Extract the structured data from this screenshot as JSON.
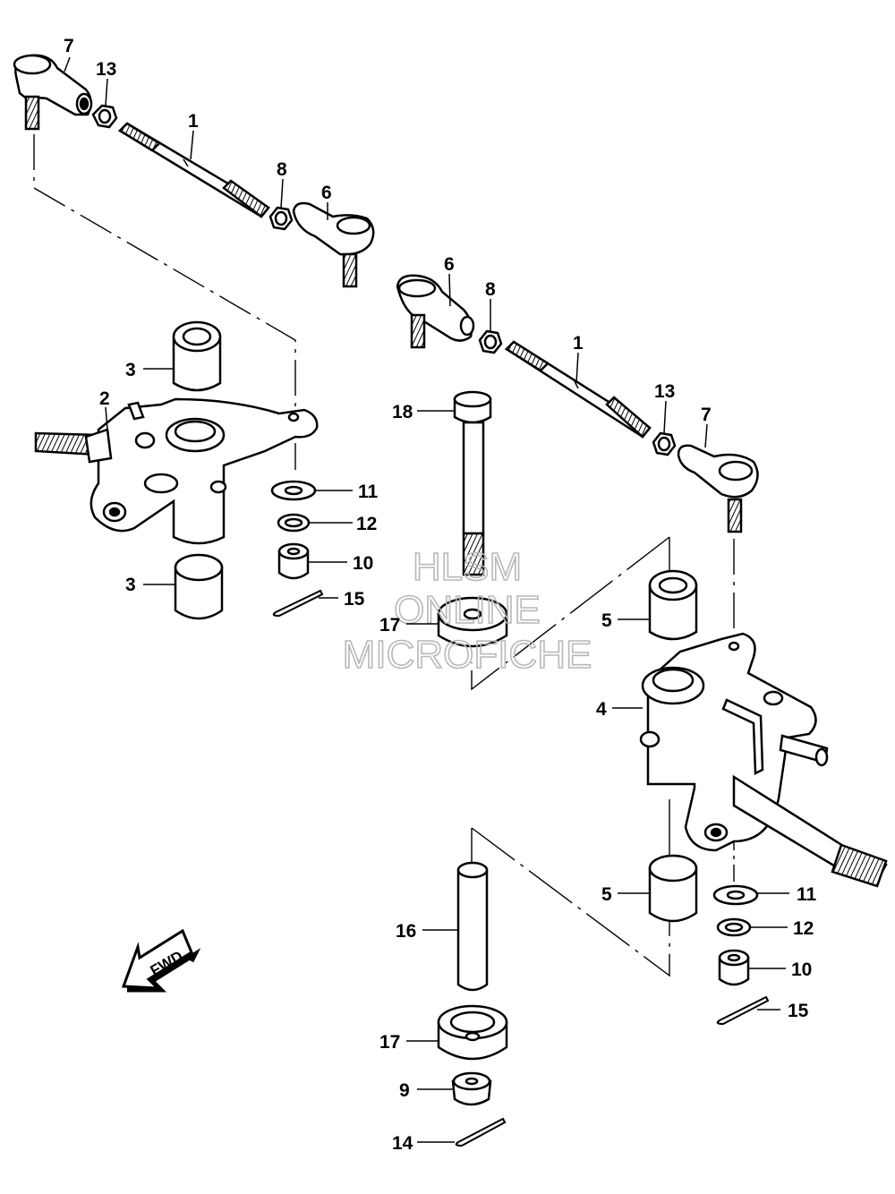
{
  "callouts": [
    {
      "id": "c7a",
      "text": "7"
    },
    {
      "id": "c13a",
      "text": "13"
    },
    {
      "id": "c1a",
      "text": "1"
    },
    {
      "id": "c8a",
      "text": "8"
    },
    {
      "id": "c6a",
      "text": "6"
    },
    {
      "id": "c6b",
      "text": "6"
    },
    {
      "id": "c8b",
      "text": "8"
    },
    {
      "id": "c1b",
      "text": "1"
    },
    {
      "id": "c13b",
      "text": "13"
    },
    {
      "id": "c7b",
      "text": "7"
    },
    {
      "id": "c3a",
      "text": "3"
    },
    {
      "id": "c2",
      "text": "2"
    },
    {
      "id": "c11a",
      "text": "11"
    },
    {
      "id": "c12a",
      "text": "12"
    },
    {
      "id": "c10a",
      "text": "10"
    },
    {
      "id": "c3b",
      "text": "3"
    },
    {
      "id": "c15a",
      "text": "15"
    },
    {
      "id": "c18",
      "text": "18"
    },
    {
      "id": "c17a",
      "text": "17"
    },
    {
      "id": "c5a",
      "text": "5"
    },
    {
      "id": "c4",
      "text": "4"
    },
    {
      "id": "c5b",
      "text": "5"
    },
    {
      "id": "c11b",
      "text": "11"
    },
    {
      "id": "c12b",
      "text": "12"
    },
    {
      "id": "c10b",
      "text": "10"
    },
    {
      "id": "c15b",
      "text": "15"
    },
    {
      "id": "c16",
      "text": "16"
    },
    {
      "id": "c17b",
      "text": "17"
    },
    {
      "id": "c9",
      "text": "9"
    },
    {
      "id": "c14",
      "text": "14"
    }
  ],
  "fwd_label": "FWD",
  "watermark": [
    "HLSM",
    "ONLINE",
    "MICROFICHE"
  ]
}
